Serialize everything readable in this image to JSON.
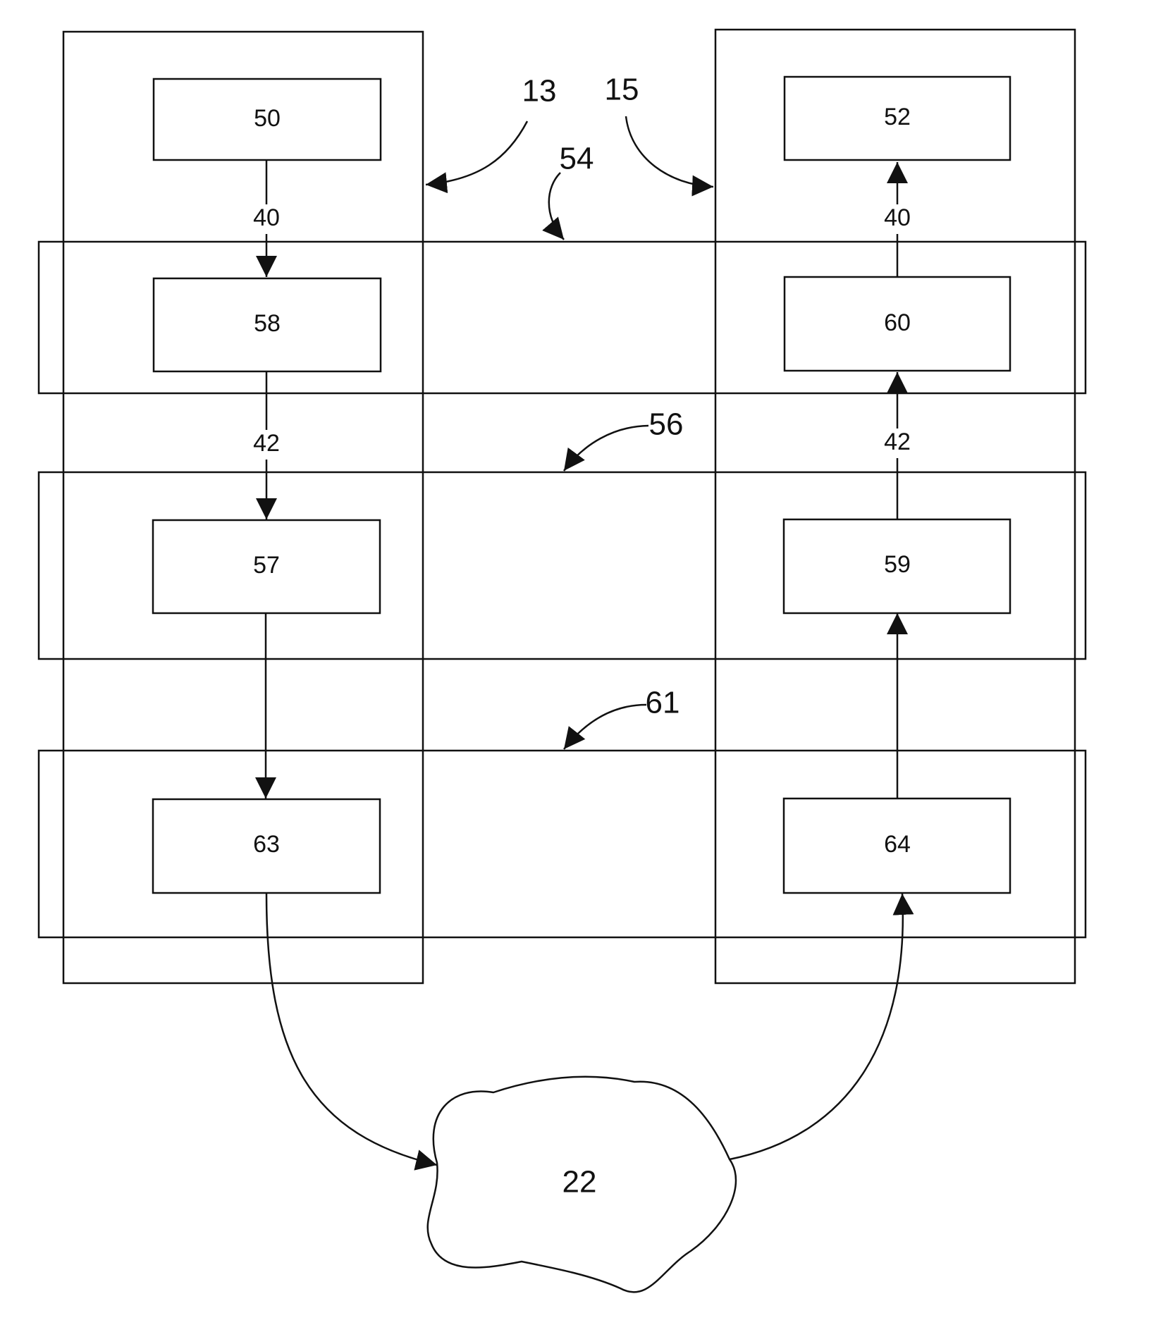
{
  "blocks": {
    "b50": "50",
    "b52": "52",
    "b58": "58",
    "b60": "60",
    "b57": "57",
    "b59": "59",
    "b63": "63",
    "b64": "64"
  },
  "links": {
    "left_40": "40",
    "right_40": "40",
    "left_42": "42",
    "right_42": "42"
  },
  "refs": {
    "r13": "13",
    "r15": "15",
    "r54": "54",
    "r56": "56",
    "r61": "61"
  },
  "network": {
    "label": "22"
  }
}
